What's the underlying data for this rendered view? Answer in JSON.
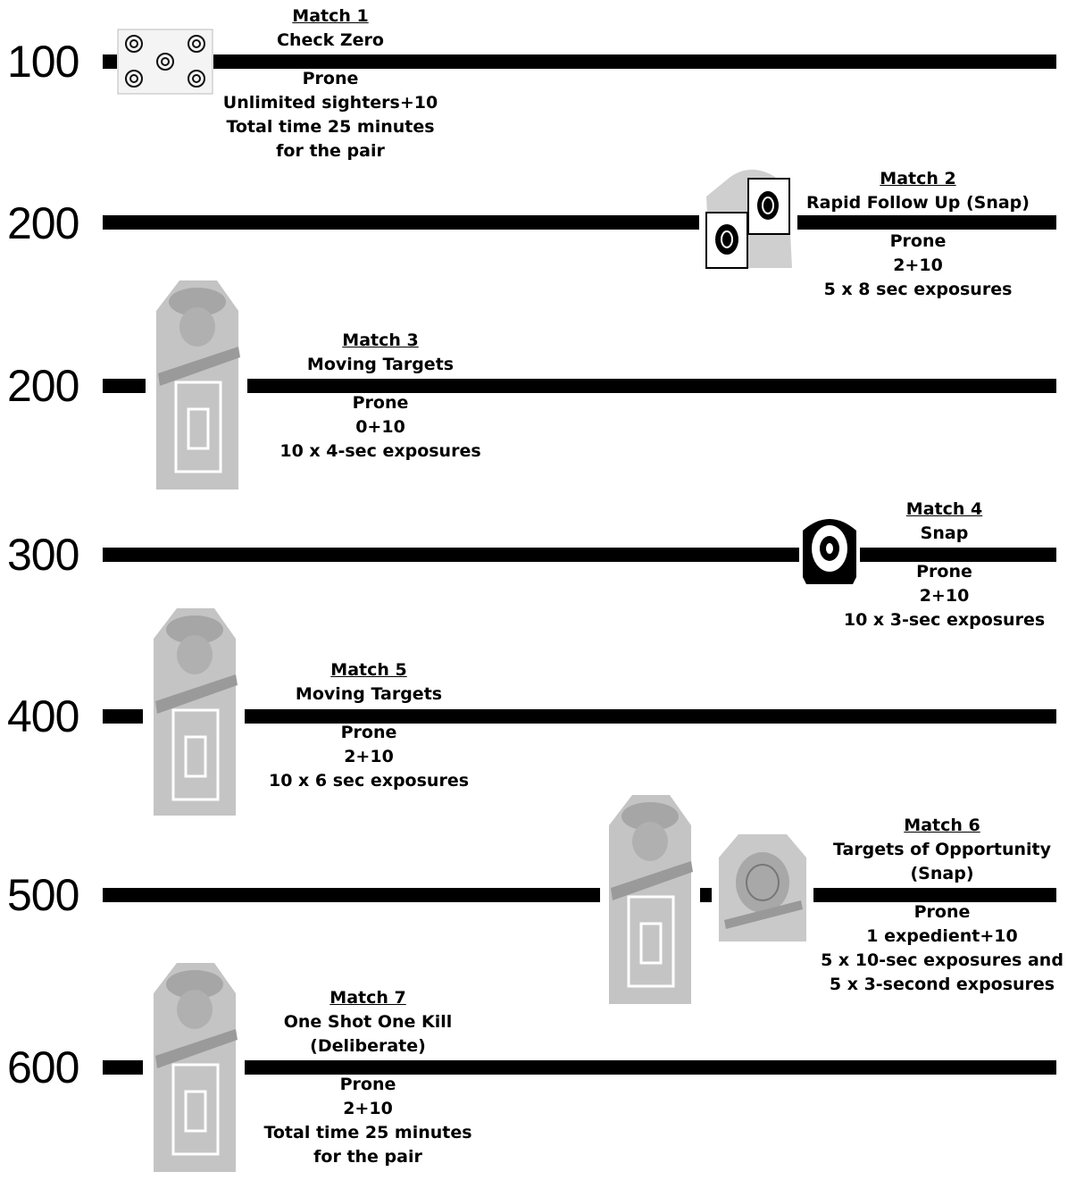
{
  "matches": [
    {
      "distance": "100",
      "title": "Match 1",
      "subtitle": [
        "Check Zero"
      ],
      "details": [
        "Prone",
        "Unlimited sighters+10",
        "Total time 25 minutes",
        "for the pair"
      ],
      "target": "multi-bullseye-target-icon"
    },
    {
      "distance": "200",
      "title": "Match 2",
      "subtitle": [
        "Rapid Follow Up (Snap)"
      ],
      "details": [
        "Prone",
        "2+10",
        "5 x 8 sec exposures"
      ],
      "target": "double-bullseye-target-icon"
    },
    {
      "distance": "200",
      "title": "Match 3",
      "subtitle": [
        "Moving Targets"
      ],
      "details": [
        "Prone",
        "0+10",
        "10 x 4-sec exposures"
      ],
      "target": "soldier-figure-target-icon"
    },
    {
      "distance": "300",
      "title": "Match 4",
      "subtitle": [
        "Snap"
      ],
      "details": [
        "Prone",
        "2+10",
        "10 x 3-sec exposures"
      ],
      "target": "snap-bullseye-target-icon"
    },
    {
      "distance": "400",
      "title": "Match 5",
      "subtitle": [
        "Moving Targets"
      ],
      "details": [
        "Prone",
        "2+10",
        "10 x 6 sec exposures"
      ],
      "target": "soldier-figure-target-icon"
    },
    {
      "distance": "500",
      "title": "Match 6",
      "subtitle": [
        "Targets of Opportunity",
        "(Snap)"
      ],
      "details": [
        "Prone",
        "1 expedient+10",
        "5 x 10-sec exposures and",
        "5 x 3-second exposures"
      ],
      "target": "soldier-figure-target-icon"
    },
    {
      "distance": "600",
      "title": "Match 7",
      "subtitle": [
        "One Shot One Kill",
        "(Deliberate)"
      ],
      "details": [
        "Prone",
        "2+10",
        "Total time 25 minutes",
        "for the pair"
      ],
      "target": "soldier-figure-target-icon"
    }
  ]
}
